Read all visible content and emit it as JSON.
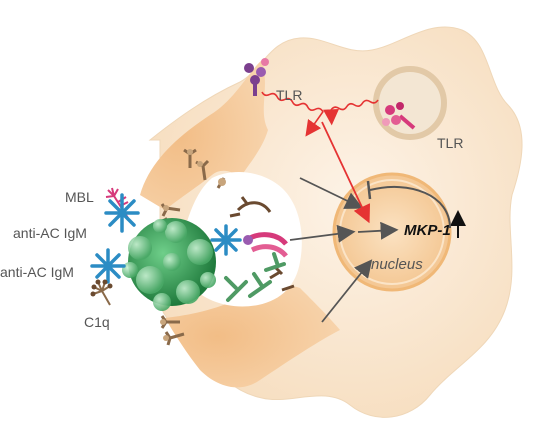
{
  "labels": {
    "tlr_surface": "TLR",
    "tlr_endosome": "TLR",
    "mbl": "MBL",
    "anti_ac_igm_1": "anti-AC IgM",
    "anti_ac_igm_2": "anti-AC IgM",
    "c1q": "C1q",
    "nucleus": "nucleus",
    "mkp1": "MKP-1"
  },
  "colors": {
    "cell_fill": "#fbeede",
    "cell_pseudopod": "#f4c28d",
    "nucleus_fill": "#f6d3a6",
    "nucleus_ring": "#f0b877",
    "endosome": "#e2c9a7",
    "signal_red": "#e53333",
    "arrow_gray": "#555555",
    "apoptotic_cell": "#3b9a5a",
    "igm_blue": "#2b8cc4",
    "receptor_brown": "#8a6a4a",
    "receptor_pink": "#d63a7b",
    "tlr_purple": "#7b3f8e"
  },
  "icons": [
    "tlr-receptor-icon",
    "igm-pentamer-icon",
    "mbl-icon",
    "c1q-icon",
    "apoptotic-cell-icon",
    "receptor-icon",
    "up-arrow-icon"
  ]
}
